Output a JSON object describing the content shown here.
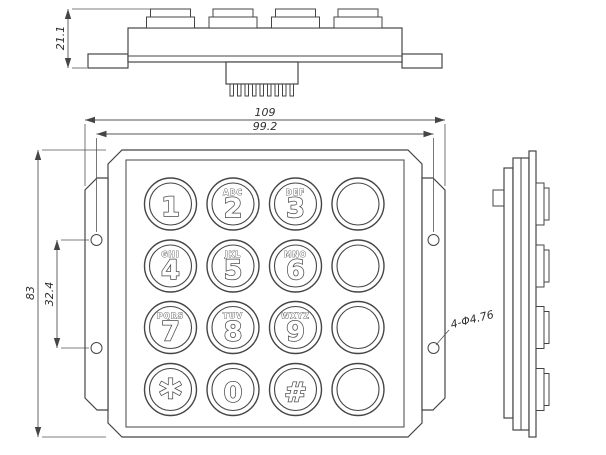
{
  "drawing": {
    "dimensions": {
      "top_height": "21.1",
      "overall_width": "109",
      "hole_span_width": "99.2",
      "overall_height": "83",
      "hole_span_height": "32.4",
      "hole_callout": "4-Φ4.76"
    },
    "colors": {
      "line": "#454545",
      "dim_line": "#555555",
      "background": "#ffffff"
    },
    "keypad": {
      "rows": 4,
      "cols": 4,
      "buttons": [
        {
          "digit": "1",
          "letters": ""
        },
        {
          "digit": "2",
          "letters": "ABC"
        },
        {
          "digit": "3",
          "letters": "DEF"
        },
        {
          "digit": "",
          "letters": ""
        },
        {
          "digit": "4",
          "letters": "GHI"
        },
        {
          "digit": "5",
          "letters": "JKL"
        },
        {
          "digit": "6",
          "letters": "MNO"
        },
        {
          "digit": "",
          "letters": ""
        },
        {
          "digit": "7",
          "letters": "PQRS"
        },
        {
          "digit": "8",
          "letters": "TUV"
        },
        {
          "digit": "9",
          "letters": "WXYZ"
        },
        {
          "digit": "",
          "letters": ""
        },
        {
          "digit": "*",
          "letters": ""
        },
        {
          "digit": "0",
          "letters": ""
        },
        {
          "digit": "#",
          "letters": ""
        },
        {
          "digit": "",
          "letters": ""
        }
      ]
    }
  }
}
